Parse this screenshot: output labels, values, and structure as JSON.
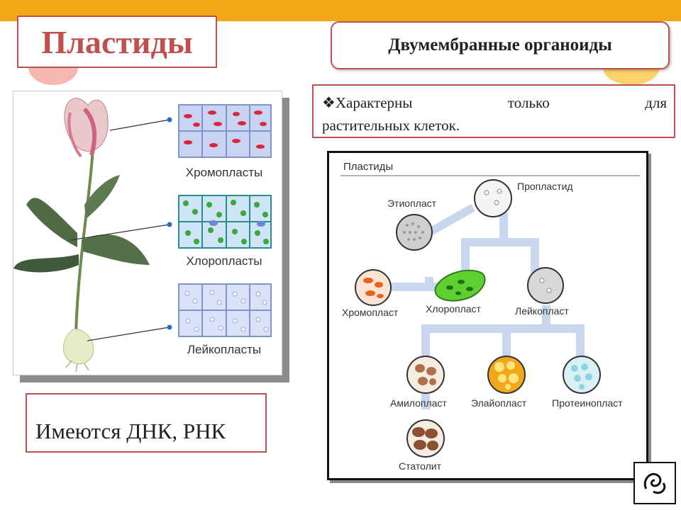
{
  "slide": {
    "title": "Пластиды",
    "subtitle": "Двумембранные органоиды",
    "note_line1_words": [
      "❖Характерны",
      "только",
      "для"
    ],
    "note_line2": "растительных клеток.",
    "dna_text": "Имеются ДНК, РНК"
  },
  "plant_figure": {
    "labels": [
      "Хромопласты",
      "Хлоропласты",
      "Лейкопласты"
    ]
  },
  "diagram": {
    "title": "Пластиды",
    "nodes": {
      "proplastid": "Пропластид",
      "etioplast": "Этиопласт",
      "chromoplast": "Хромопласт",
      "chloroplast": "Хлоропласт",
      "leucoplast": "Лейкопласт",
      "amyloplast": "Амилопласт",
      "elaioplast": "Элайопласт",
      "proteinoplast": "Протеинопласт",
      "statolith": "Статолит"
    }
  },
  "colors": {
    "accent": "#c0504d",
    "top_band": "#f0a818",
    "connector": "#c9d7ee"
  }
}
